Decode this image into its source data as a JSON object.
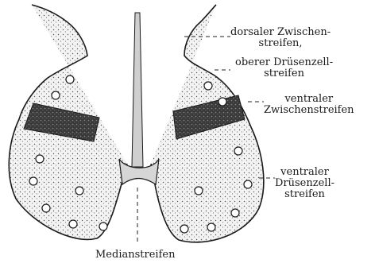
{
  "colors": {
    "ink": "#1a1a1a",
    "cell_fill": "#ececec",
    "dark_band": "#2a2a2a",
    "nucleus": "#ffffff"
  },
  "labels": {
    "dorsal_band": {
      "line1": "dorsaler Zwischen-",
      "line2": "streifen,"
    },
    "upper_gland_band": {
      "line1": "oberer Drüsenzell-",
      "line2": "streifen"
    },
    "ventral_band": {
      "line1": "ventraler",
      "line2": "Zwischenstreifen"
    },
    "ventral_gland_band": {
      "line1": "ventraler",
      "line2": "Drüsenzell-",
      "line3": "streifen"
    },
    "median_band": "Medianstreifen"
  }
}
